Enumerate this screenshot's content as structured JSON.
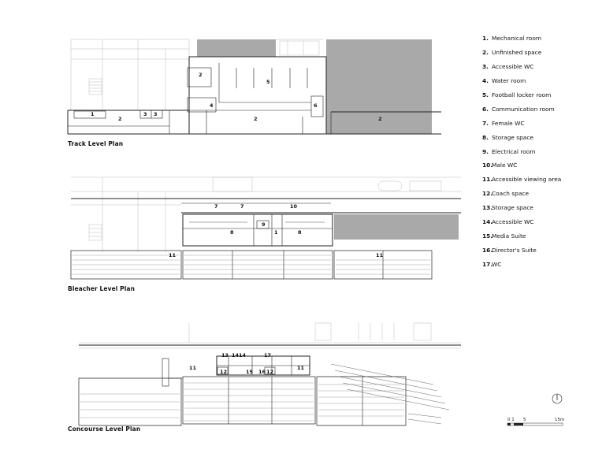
{
  "plans": [
    {
      "title": "Track Level Plan",
      "labels": [
        "1",
        "2",
        "3",
        "3",
        "2",
        "4",
        "5",
        "6",
        "2",
        "2"
      ]
    },
    {
      "title": "Bleacher Level Plan",
      "labels": [
        "7",
        "7",
        "10",
        "8",
        "9",
        "1",
        "8",
        "11",
        "11"
      ]
    },
    {
      "title": "Concourse Level Plan",
      "labels": [
        "13",
        "14",
        "14",
        "17",
        "11",
        "12",
        "15",
        "16",
        "12",
        "11"
      ]
    }
  ],
  "legend": [
    {
      "num": "1.",
      "label": "Mechanical room"
    },
    {
      "num": "2.",
      "label": "Unfinished space"
    },
    {
      "num": "3.",
      "label": "Accessible WC"
    },
    {
      "num": "4.",
      "label": "Water room"
    },
    {
      "num": "5.",
      "label": "Football locker room"
    },
    {
      "num": "6.",
      "label": "Communication room"
    },
    {
      "num": "7.",
      "label": "Female WC"
    },
    {
      "num": "8.",
      "label": "Storage space"
    },
    {
      "num": "9.",
      "label": "Electrical room"
    },
    {
      "num": "10.",
      "label": "Male WC"
    },
    {
      "num": "11.",
      "label": "Accessible viewing area"
    },
    {
      "num": "12.",
      "label": "Coach space"
    },
    {
      "num": "13.",
      "label": "Storage space"
    },
    {
      "num": "14.",
      "label": "Accessible WC"
    },
    {
      "num": "15.",
      "label": "Media Suite"
    },
    {
      "num": "16.",
      "label": "Director's Suite"
    },
    {
      "num": "17.",
      "label": "WC"
    }
  ],
  "scale_bar": {
    "labels": [
      "0 1",
      "5",
      "15m"
    ]
  },
  "colors": {
    "hatch": "#a9a9a9",
    "line": "#222222",
    "light": "#bdbdbd"
  }
}
